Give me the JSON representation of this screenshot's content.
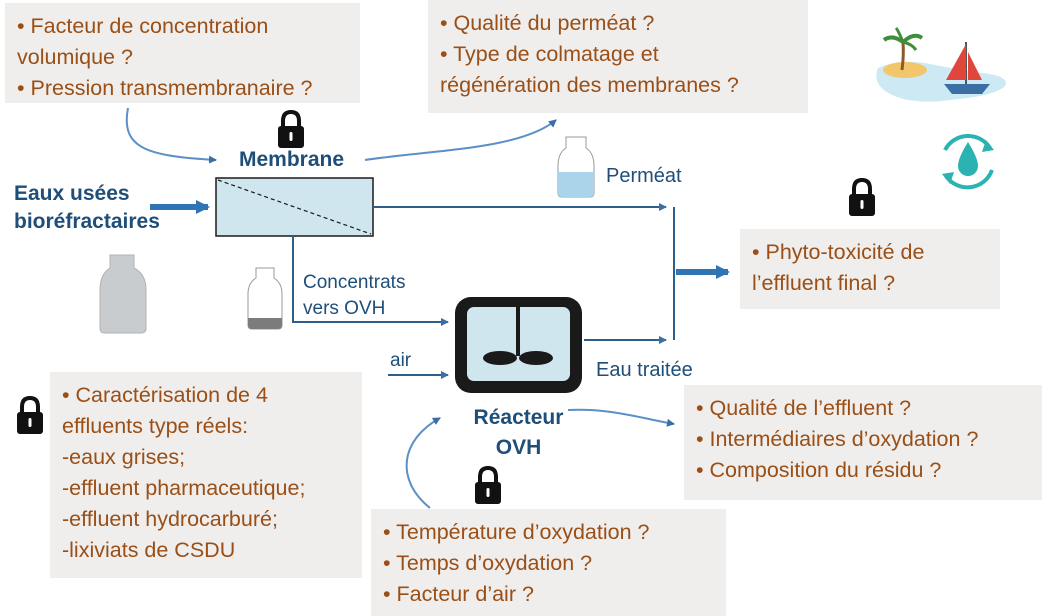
{
  "colors": {
    "text_brown": "#9a4f16",
    "box_bg": "#efeeed",
    "arrow_blue": "#3a6ea5",
    "label_blue": "#1f4e79"
  },
  "boxes": {
    "membrane_params": {
      "lines": [
        "• Facteur de concentration",
        "volumique ?",
        "• Pression transmembranaire ?"
      ]
    },
    "permeate_questions": {
      "lines": [
        "• Qualité du perméat ?",
        "• Type de colmatage et",
        "régénération des membranes ?"
      ]
    },
    "final_effluent": {
      "lines": [
        "• Phyto-toxicité de",
        "l’effluent final ?"
      ]
    },
    "effluents": {
      "lines": [
        "• Caractérisation de 4",
        "effluents type réels:",
        "-eaux grises;",
        "-effluent pharmaceutique;",
        "-effluent hydrocarburé;",
        "-lixiviats de CSDU"
      ]
    },
    "treated_water": {
      "lines": [
        "• Qualité de l’effluent ?",
        "• Intermédiaires d’oxydation ?",
        "• Composition du résidu ?"
      ]
    },
    "oxidation_params": {
      "lines": [
        "• Température d’oxydation ?",
        "• Temps d’oxydation ?",
        "• Facteur d’air ?"
      ]
    }
  },
  "labels": {
    "membrane": "Membrane",
    "input": [
      "Eaux usées",
      "bioréfractaires"
    ],
    "permeate": "Perméat",
    "concentrates": [
      "Concentrats",
      "vers OVH"
    ],
    "air": "air",
    "treated": "Eau traitée",
    "reactor": [
      "Réacteur",
      "OVH"
    ]
  },
  "icons": [
    "lock-icon",
    "bottle-icon",
    "island-boat-icon",
    "water-recycle-icon",
    "reactor-stirrer-icon"
  ]
}
